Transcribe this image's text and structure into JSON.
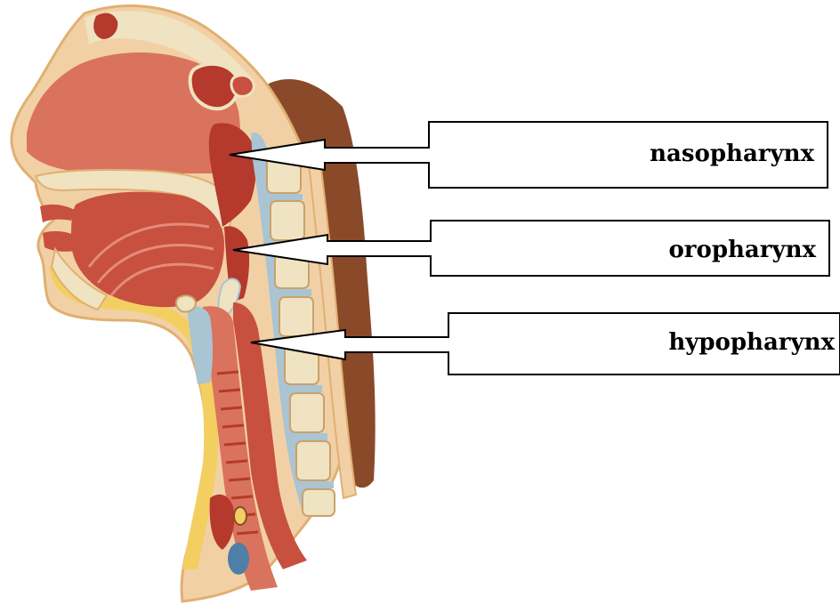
{
  "labels": {
    "nasopharynx": "nasopharynx",
    "oropharynx": "oropharynx",
    "hypopharynx": "hypopharynx"
  },
  "colors": {
    "skin": "#f2d0a6",
    "skin_edge": "#e0b070",
    "mucosa": "#d9735e",
    "mucosa_dark": "#b5392c",
    "muscle": "#c8503f",
    "bone": "#efe3c1",
    "bone_dot": "#c9a26a",
    "fat": "#f3cf62",
    "cartilage": "#a9c4d3",
    "dark_tissue": "#8a4a2a",
    "blue_vessel": "#4f7fa6",
    "outline": "#000000"
  }
}
